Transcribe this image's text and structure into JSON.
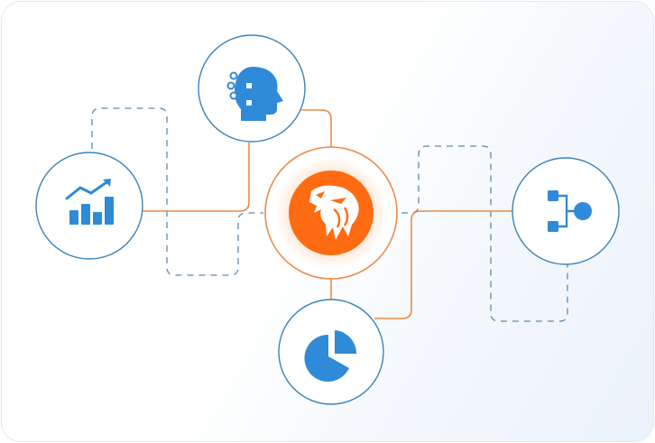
{
  "colors": {
    "accent": "#f26b1d",
    "connector": "#ec8a47",
    "node_border": "#3b82b8",
    "icon": "#2f8ad7",
    "dashed": "#5e89b3",
    "card_border": "#e3e8ef"
  },
  "nodes": [
    {
      "id": "center",
      "icon": "tiger-logo-icon"
    },
    {
      "id": "top",
      "icon": "ai-head-icon"
    },
    {
      "id": "left",
      "icon": "bar-chart-growth-icon"
    },
    {
      "id": "right",
      "icon": "hierarchy-flow-icon"
    },
    {
      "id": "bottom",
      "icon": "pie-chart-icon"
    }
  ]
}
